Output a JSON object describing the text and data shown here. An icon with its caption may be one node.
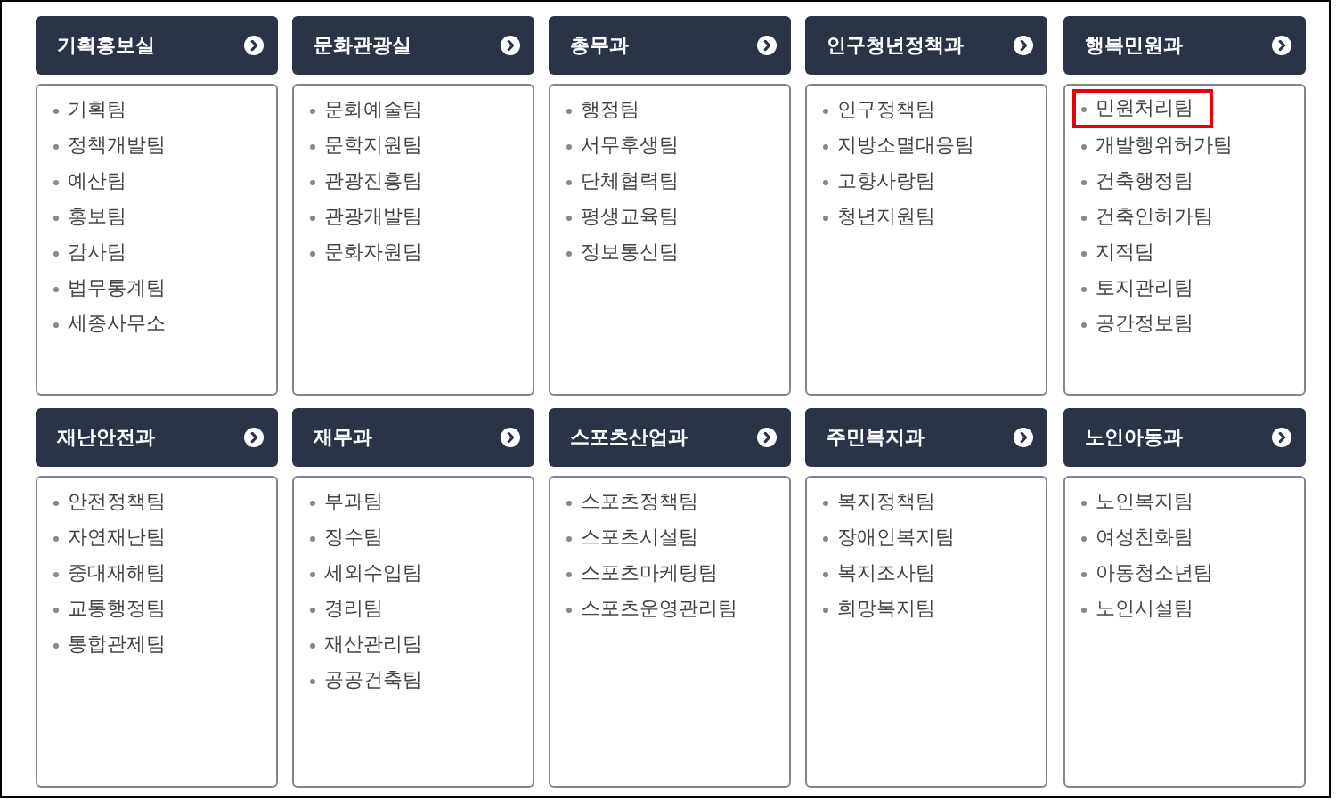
{
  "diagram": {
    "nodes": [
      {
        "text": [
          "기획홍보실"
        ]
      },
      {
        "text": [
          "기획팀",
          "정책개발팀",
          "예산팀",
          "홍보팀",
          "감사팀",
          "법무통계팀",
          "세종사무소"
        ]
      },
      {
        "text": [
          "문화관광실"
        ]
      },
      {
        "text": [
          "문화예술팀",
          "문학지원팀",
          "관광진흥팀",
          "관광개발팀",
          "문화자원팀"
        ]
      },
      {
        "text": [
          "총무과"
        ]
      },
      {
        "text": [
          "행정팀",
          "서무후생팀",
          "단체협력팀",
          "평생교육팀",
          "정보통신팀"
        ]
      },
      {
        "text": [
          "인구청년정책과"
        ]
      },
      {
        "text": [
          "인구정책팀",
          "지방소멸대응팀",
          "고향사랑팀",
          "청년지원팀"
        ]
      },
      {
        "text": [
          "행복민원과"
        ]
      },
      {
        "text": [
          "개발행위허가팀",
          "건축행정팀",
          "건축인허가팀",
          "지적팀",
          "토지관리팀",
          "공간정보팀"
        ]
      },
      {
        "text": [
          "민원처리팀"
        ],
        "in": 9
      },
      {
        "text": [
          "재난안전과"
        ]
      },
      {
        "text": [
          "안전정책팀",
          "자연재난팀",
          "중대재해팀",
          "교통행정팀",
          "통합관제팀"
        ]
      },
      {
        "text": [
          "재무과"
        ]
      },
      {
        "text": [
          "부과팀",
          "징수팀",
          "세외수입팀",
          "경리팀",
          "재산관리팀",
          "공공건축팀"
        ]
      },
      {
        "text": [
          "스포츠산업과"
        ]
      },
      {
        "text": [
          "스포츠정책팀",
          "스포츠시설팀",
          "스포츠마케팅팀",
          "스포츠운영관리팀"
        ]
      },
      {
        "text": [
          "주민복지과"
        ]
      },
      {
        "text": [
          "복지정책팀",
          "장애인복지팀",
          "복지조사팀",
          "희망복지팀"
        ]
      },
      {
        "text": [
          "노인아동과"
        ]
      },
      {
        "text": [
          "노인복지팀",
          "여성친화팀",
          "아동청소년팀",
          "노인시설팀"
        ]
      }
    ]
  }
}
